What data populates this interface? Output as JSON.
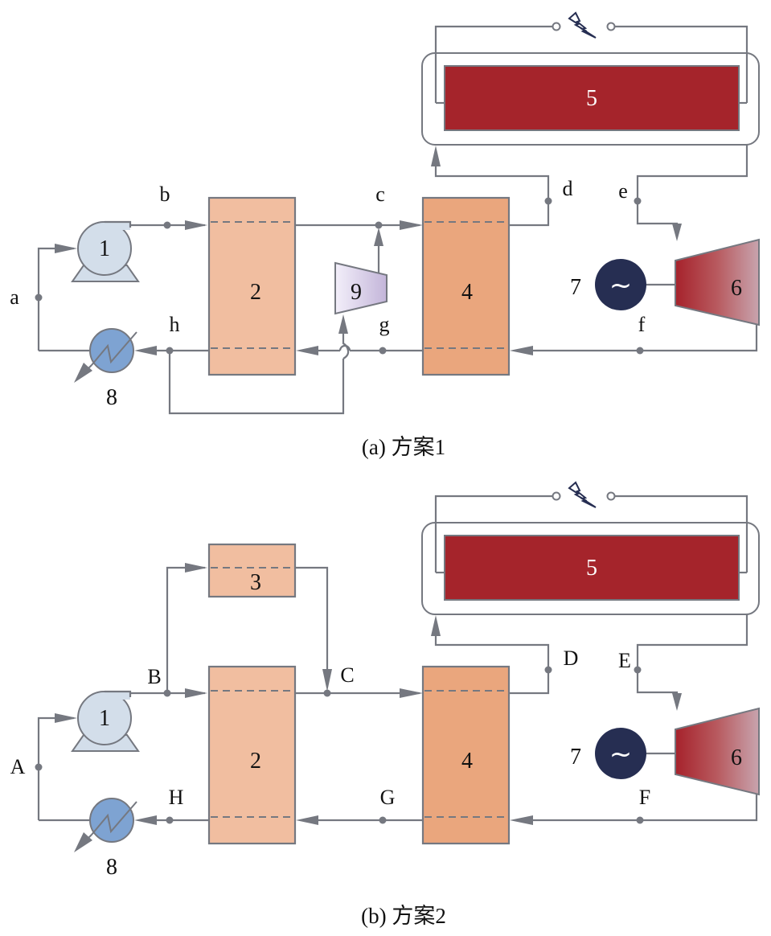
{
  "diagrams": [
    {
      "id": "a",
      "caption": "(a) 方案1",
      "components": {
        "pump": "1",
        "regenerator_low": "2",
        "regenerator_high": "4",
        "receiver": "5",
        "turbine": "6",
        "generator": "7",
        "generator_symbol": "~",
        "cooler": "8",
        "compressor": "9"
      },
      "state_points": [
        "a",
        "b",
        "c",
        "d",
        "e",
        "f",
        "g",
        "h"
      ]
    },
    {
      "id": "b",
      "caption": "(b) 方案2",
      "components": {
        "pump": "1",
        "regenerator_low": "2",
        "auxiliary_heater": "3",
        "regenerator_high": "4",
        "receiver": "5",
        "turbine": "6",
        "generator": "7",
        "generator_symbol": "~",
        "cooler": "8"
      },
      "state_points": [
        "A",
        "B",
        "C",
        "D",
        "E",
        "F",
        "G",
        "H"
      ]
    }
  ],
  "colors": {
    "pipe": "#757880",
    "pump_fill": "#d3deea",
    "regenerator_low_fill": "#f1bea0",
    "regenerator_high_fill": "#eaa67d",
    "receiver_fill": "#a5242b",
    "turbine_gradient": [
      "#a6222b",
      "#c8a4ae"
    ],
    "compressor_gradient": [
      "#f3effa",
      "#c3b5d9"
    ],
    "generator_fill": "#262e52",
    "cooler_fill": "#7ea3d2",
    "lightning": "#262e52"
  }
}
